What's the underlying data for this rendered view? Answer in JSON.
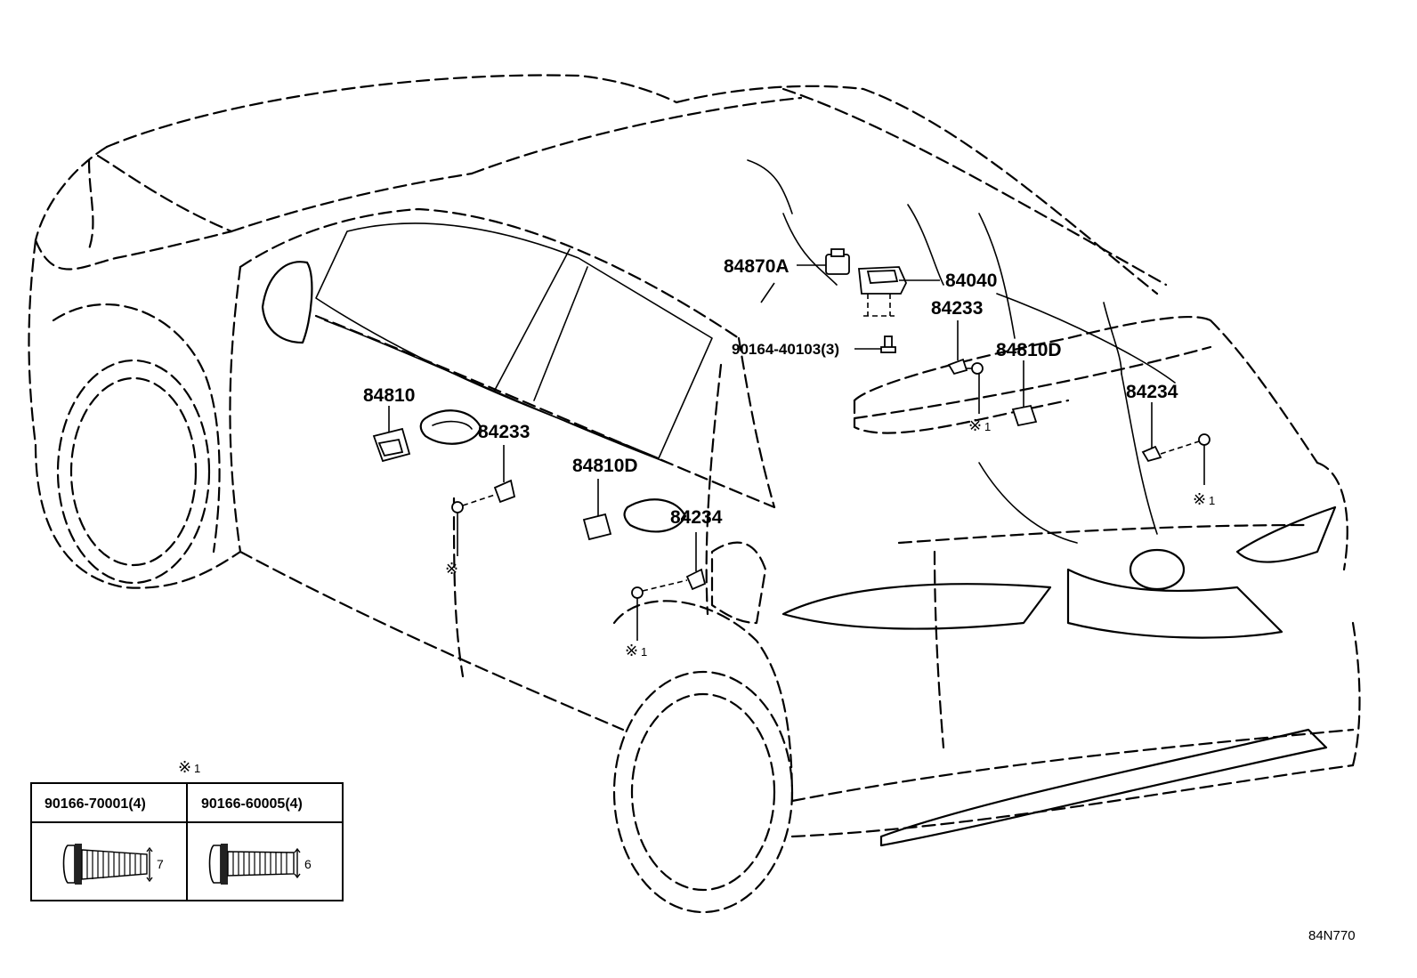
{
  "callouts": {
    "p84870A": "84870A",
    "p84040": "84040",
    "p84233_rear": "84233",
    "p90164": "90164-40103(3)",
    "p84810D_rear": "84810D",
    "p84234_rear": "84234",
    "p84810": "84810",
    "p84233_front": "84233",
    "p84810D_side": "84810D",
    "p84234_side": "84234"
  },
  "screw_marks": {
    "rear_gate_mark": "※",
    "rear_gate_sub": "1",
    "rear_right_mark": "※",
    "rear_right_sub": "1",
    "front_door_mark": "※",
    "rear_door_mark": "※",
    "rear_door_sub": "1"
  },
  "screw_table": {
    "mark": "※",
    "mark_sub": "1",
    "columns": [
      {
        "part": "90166-70001(4)",
        "length": "7"
      },
      {
        "part": "90166-60005(4)",
        "length": "6"
      }
    ]
  },
  "diagram_code": "84N770"
}
